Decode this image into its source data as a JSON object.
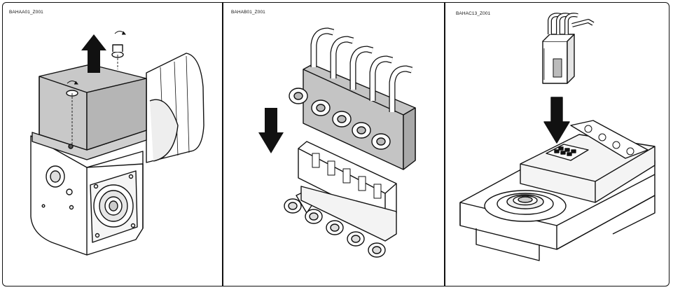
{
  "panels": [
    {
      "id": "panel-1",
      "ref_code": "BAHAA01_Z001"
    },
    {
      "id": "panel-2",
      "ref_code": "BAHAB01_Z001"
    },
    {
      "id": "panel-3",
      "ref_code": "BAHAC13_Z001"
    }
  ],
  "colors": {
    "line": "#111111",
    "shade_dark": "#bdbdbd",
    "shade_mid": "#d9d9d9",
    "shade_light": "#eeeeee",
    "paper": "#ffffff"
  },
  "icons": [
    "arrow-up-icon",
    "arrow-down-icon",
    "rotate-icon"
  ]
}
